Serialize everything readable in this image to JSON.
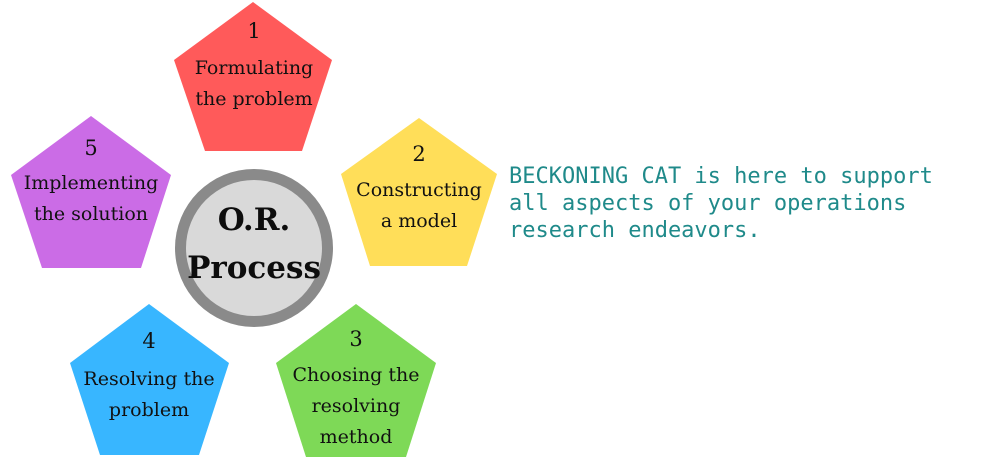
{
  "center": {
    "line1": "O.R.",
    "line2": "Process"
  },
  "steps": [
    {
      "number": "1",
      "lines": [
        "Formulating",
        "the problem"
      ],
      "color": "#ff5a5a"
    },
    {
      "number": "2",
      "lines": [
        "Constructing",
        "a model"
      ],
      "color": "#ffde59"
    },
    {
      "number": "3",
      "lines": [
        "Choosing the",
        "resolving",
        "method"
      ],
      "color": "#7ed957"
    },
    {
      "number": "4",
      "lines": [
        "Resolving the",
        "problem"
      ],
      "color": "#38b6ff"
    },
    {
      "number": "5",
      "lines": [
        "Implementing",
        "the solution"
      ],
      "color": "#cb6ce6"
    }
  ],
  "tagline": {
    "line1": "BECKONING CAT is here to support",
    "line2": "all aspects of your operations",
    "line3": "research endeavors."
  },
  "colors": {
    "hub_ring": "#8a8a8a",
    "hub_fill": "#d9d9d9",
    "tagline": "#1f8a8a"
  }
}
